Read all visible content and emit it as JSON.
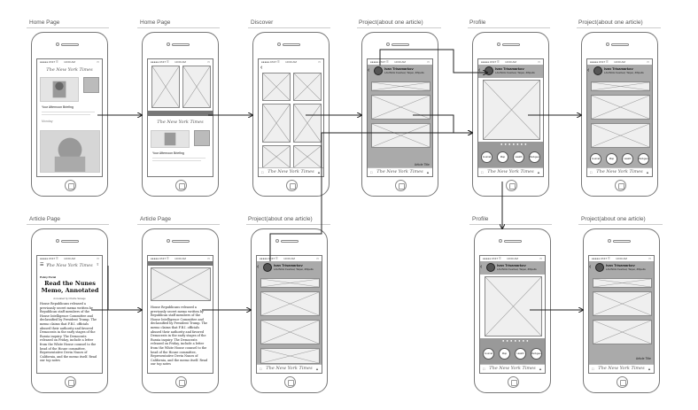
{
  "labels": {
    "home1": "Home Page",
    "home2": "Home Page",
    "discover": "Discover",
    "project1": "Project(about one article)",
    "profile1": "Profile",
    "project2": "Project(about one article)",
    "article1": "Article Page",
    "article2": "Article Page",
    "project3": "Project(about one article)",
    "profile2": "Profile",
    "project4": "Project(about one article)"
  },
  "status": {
    "carrier": "●●●●● AT&T ☰",
    "time": "10:00 AM",
    "battery": "▭"
  },
  "masthead": "The New York Times",
  "home": {
    "headline": "Your Afternoon Briefing",
    "byline": "Monday"
  },
  "project": {
    "name": "Ivan Trisamarkov",
    "subtitle": "LAUNCH Festival, Taipei, #iftpolls",
    "caption": "Article Title"
  },
  "profile": {
    "dots": "● ● ● ● ● ● ●",
    "tags": [
      "Journal",
      "Map",
      "Health",
      "Refugees"
    ]
  },
  "article": {
    "kicker": "Policy Portal",
    "headline": "Read the Nunes Memo, Annotated",
    "byline": "Annotated by Charlie Savage",
    "body": "House Republicans released a previously secret memo written by Republican staff members of the House Intelligence Committee and declassified by President Trump. The memo claims that F.B.I. officials abused their authority and favored Democrats in the early stages of the Russia inquiry. The Democrats released on Friday, include a letter from the White House counsel to the head of the House committee, Representative Devin Nunes of California, and the memo itself. Read our top notes",
    "body2": "House Republicans released a previously secret memo written by Republican staff members of the House Intelligence Committee and declassified by President Trump. The memo claims that F.B.I. officials abused their authority and favored Democrats in the early stages of the Russia inquiry. The Democrats released on Friday, include a letter from the White House counsel to the head of the House committee, Representative Devin Nunes of California, and the memo itself. Read our top notes"
  }
}
